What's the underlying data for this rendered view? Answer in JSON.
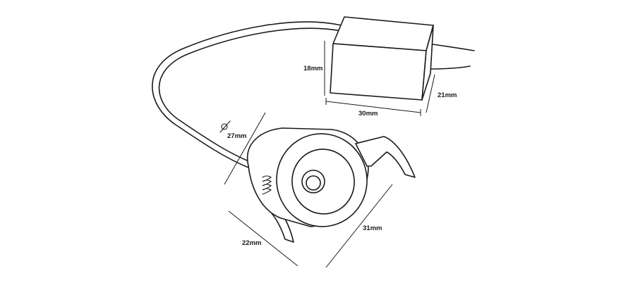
{
  "dimensions": {
    "driver_height": "18mm",
    "driver_length": "30mm",
    "driver_depth": "21mm",
    "cutout_diameter": "27mm",
    "body_height": "22mm",
    "face_diameter": "31mm"
  }
}
